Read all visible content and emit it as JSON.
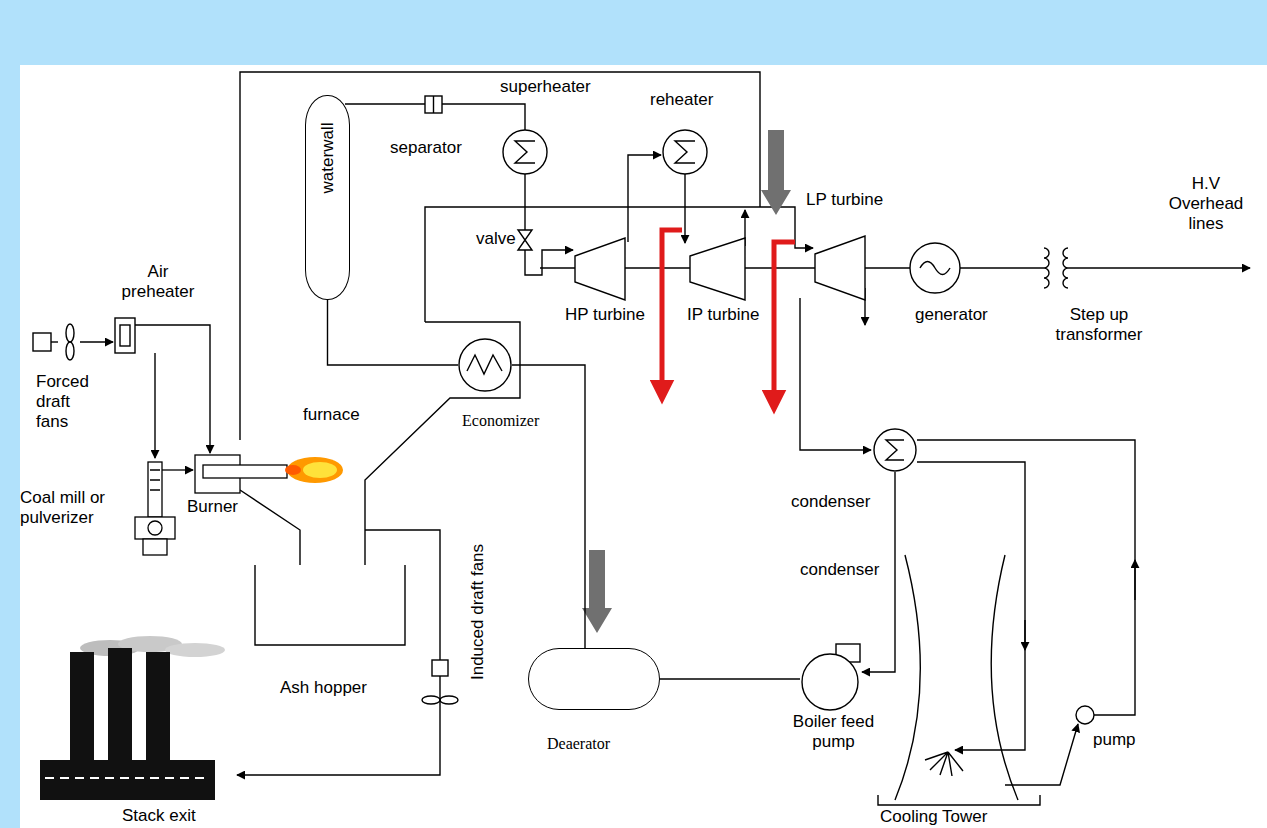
{
  "diagram": {
    "nodes": [
      {
        "text": [
          "waterwall"
        ]
      },
      {
        "text": [
          "Economizer"
        ]
      },
      {
        "text": [
          "Deaerator"
        ]
      },
      {
        "text": [
          "Boiler feed pump"
        ]
      },
      {
        "text": [
          "condenser"
        ]
      }
    ],
    "edges": [
      {
        "from": 0,
        "to": 1,
        "arrow": "none"
      },
      {
        "from": 1,
        "to": 2,
        "arrow": "none"
      },
      {
        "from": 2,
        "to": 3,
        "arrow": "none"
      },
      {
        "from": 4,
        "to": 3,
        "arrow": "to"
      }
    ],
    "labels": [
      "superheater",
      "reheater",
      "separator",
      "valve",
      "LP turbine",
      "H.V Overhead lines",
      "Air preheater",
      "HP turbine",
      "IP turbine",
      "generator",
      "Step up transformer",
      "Forced draft fans",
      "furnace",
      "Coal mill or pulverizer",
      "Burner",
      "Induced draft fans",
      "condenser",
      "Ash hopper",
      "pump",
      "Stack exit",
      "Cooling Tower"
    ]
  }
}
